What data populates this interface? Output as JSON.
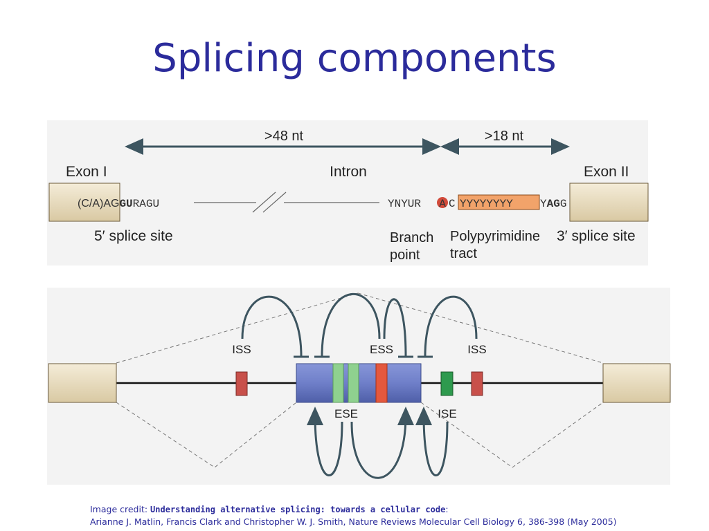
{
  "title": "Splicing components",
  "top_diagram": {
    "arrow_left": ">48 nt",
    "arrow_right": ">18 nt",
    "exon1": "Exon I",
    "intron": "Intron",
    "exon2": "Exon II",
    "seq5_prefix": "(C/A)AG",
    "seq5_bold": "GU",
    "seq5_suffix": "RAGU",
    "branch_seq": "YNYUR",
    "branch_a": "A",
    "branch_c": "C",
    "poly_tract": "YYYYYYYY",
    "seq3_y": "Y",
    "seq3_bold": "AG",
    "seq3_g": "G",
    "five_prime_label": "5′ splice site",
    "branch_line1": "Branch",
    "branch_line2": "point",
    "poly_line1": "Polypyrimidine",
    "poly_line2": "tract",
    "three_prime_label": "3′ splice site"
  },
  "bottom_diagram": {
    "iss_left": "ISS",
    "ess": "ESS",
    "iss_right": "ISS",
    "ese": "ESE",
    "ise": "ISE"
  },
  "credit": {
    "prefix": "Image credit: ",
    "title": "Understanding alternative splicing: towards a cellular code",
    "colon": ":",
    "line2": "Arianne J. Matlin, Francis Clark and Christopher W. J. Smith, Nature Reviews Molecular Cell Biology 6, 386-398 (May 2005)"
  },
  "colors": {
    "title": "#2b2b9b",
    "exon_beige": "#e8dcc0",
    "branch_red": "#d24a3a",
    "poly_orange": "#f2a36a",
    "central_exon_blue": "#6f7fc9",
    "ese_green": "#8fd18f",
    "ess_red": "#e4583e",
    "ise_green": "#2e9a4e",
    "iss_red": "#c8504a",
    "arrow_slate": "#3d5560"
  }
}
